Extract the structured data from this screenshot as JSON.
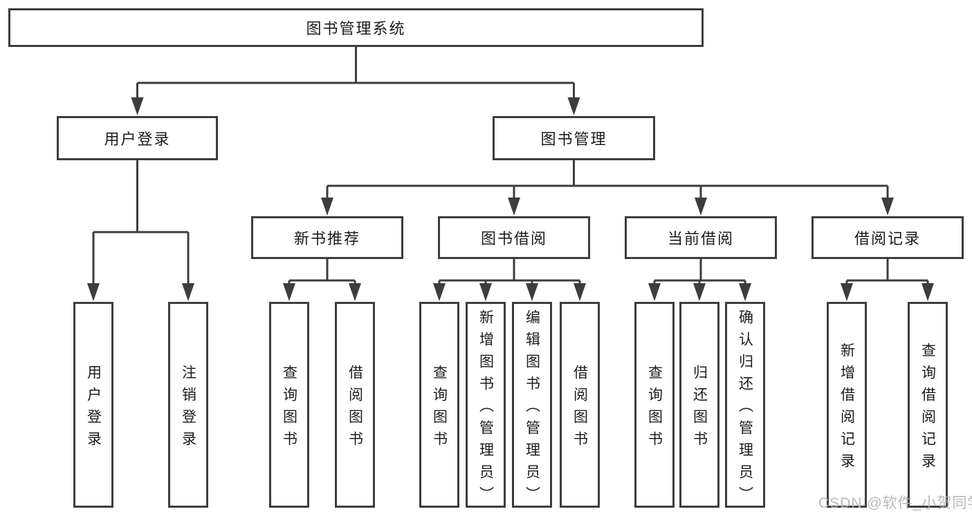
{
  "diagram": {
    "title": "图书管理系统",
    "tree": {
      "root": {
        "label": "图书管理系统"
      },
      "user_login": {
        "label": "用户登录",
        "children": [
          {
            "label": "用户登录"
          },
          {
            "label": "注销登录"
          }
        ]
      },
      "book_manage": {
        "label": "图书管理",
        "sections": [
          {
            "label": "新书推荐",
            "children": [
              {
                "label": "查询图书"
              },
              {
                "label": "借阅图书"
              }
            ]
          },
          {
            "label": "图书借阅",
            "children": [
              {
                "label": "查询图书"
              },
              {
                "label": "新增图书（管理员）"
              },
              {
                "label": "编辑图书（管理员）"
              },
              {
                "label": "借阅图书"
              }
            ]
          },
          {
            "label": "当前借阅",
            "children": [
              {
                "label": "查询图书"
              },
              {
                "label": "归还图书"
              },
              {
                "label": "确认归还（管理员）"
              }
            ]
          },
          {
            "label": "借阅记录",
            "children": [
              {
                "label": "新增借阅记录"
              },
              {
                "label": "查询借阅记录"
              }
            ]
          }
        ]
      }
    }
  },
  "watermark": {
    "text": "CSDN @软件_小贺同学"
  },
  "colors": {
    "line": "#3d3d3d",
    "text": "#1c1c1c",
    "background": "#ffffff",
    "watermark": "#b3b3b3"
  }
}
